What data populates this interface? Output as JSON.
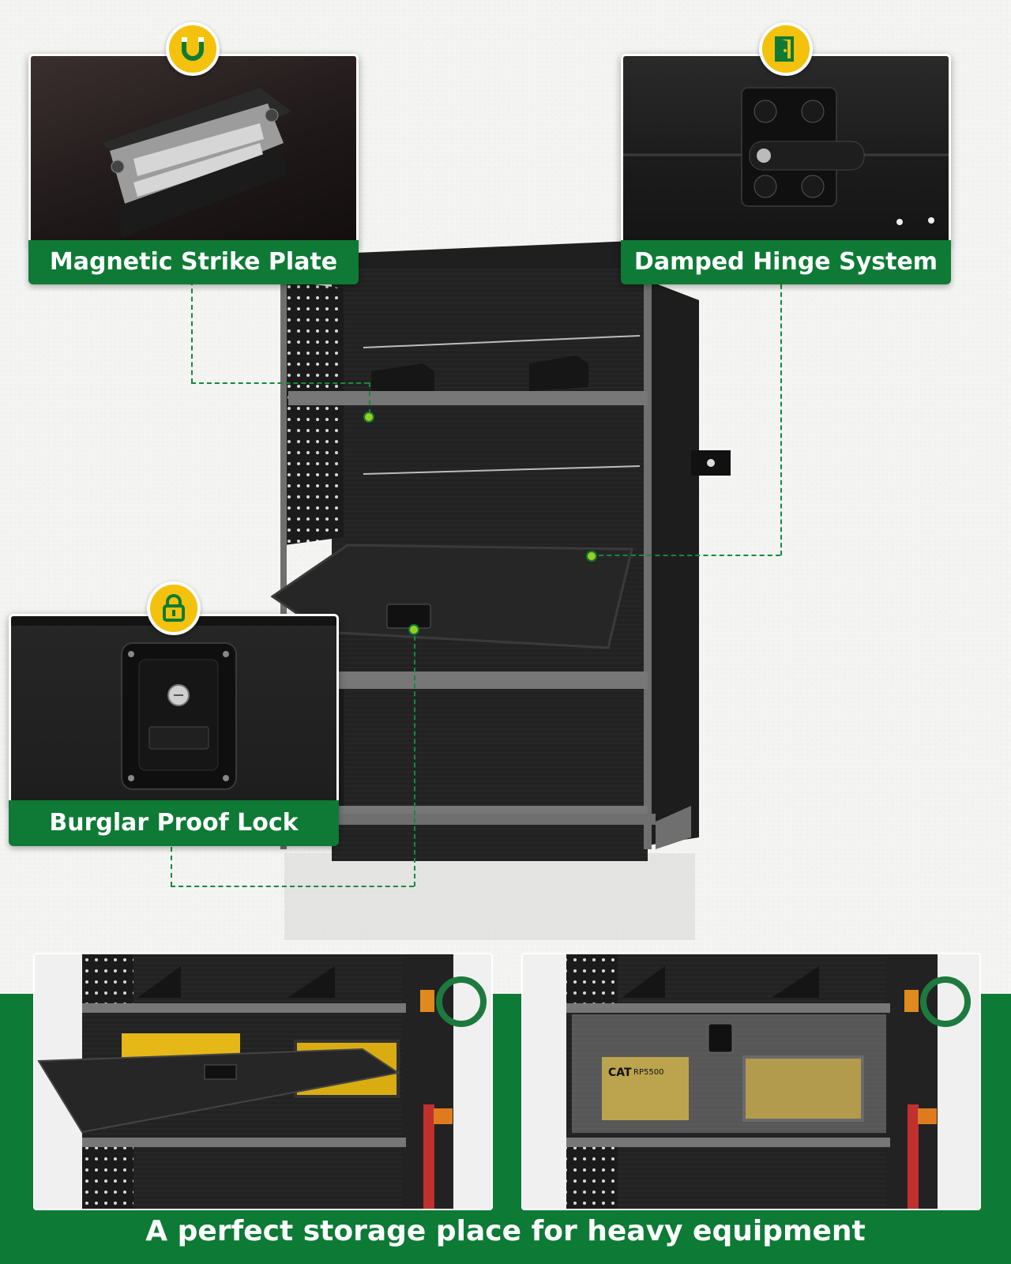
{
  "features": [
    {
      "id": "magnetic",
      "label": "Magnetic Strike Plate",
      "icon": "magnet-icon"
    },
    {
      "id": "hinge",
      "label": "Damped Hinge System",
      "icon": "door-icon"
    },
    {
      "id": "lock",
      "label": "Burglar Proof Lock",
      "icon": "padlock-icon"
    }
  ],
  "scenes": [
    {
      "id": "door-open",
      "generator_brand": ""
    },
    {
      "id": "door-closed",
      "generator_brand": "CAT",
      "generator_model": "RP5500"
    }
  ],
  "tagline": "A perfect storage place for heavy equipment",
  "colors": {
    "brand_green": "#0e7a36",
    "badge_yellow": "#f4c20d",
    "cabinet_black": "#1c1c1c",
    "frame_gray": "#6f6f6f"
  }
}
